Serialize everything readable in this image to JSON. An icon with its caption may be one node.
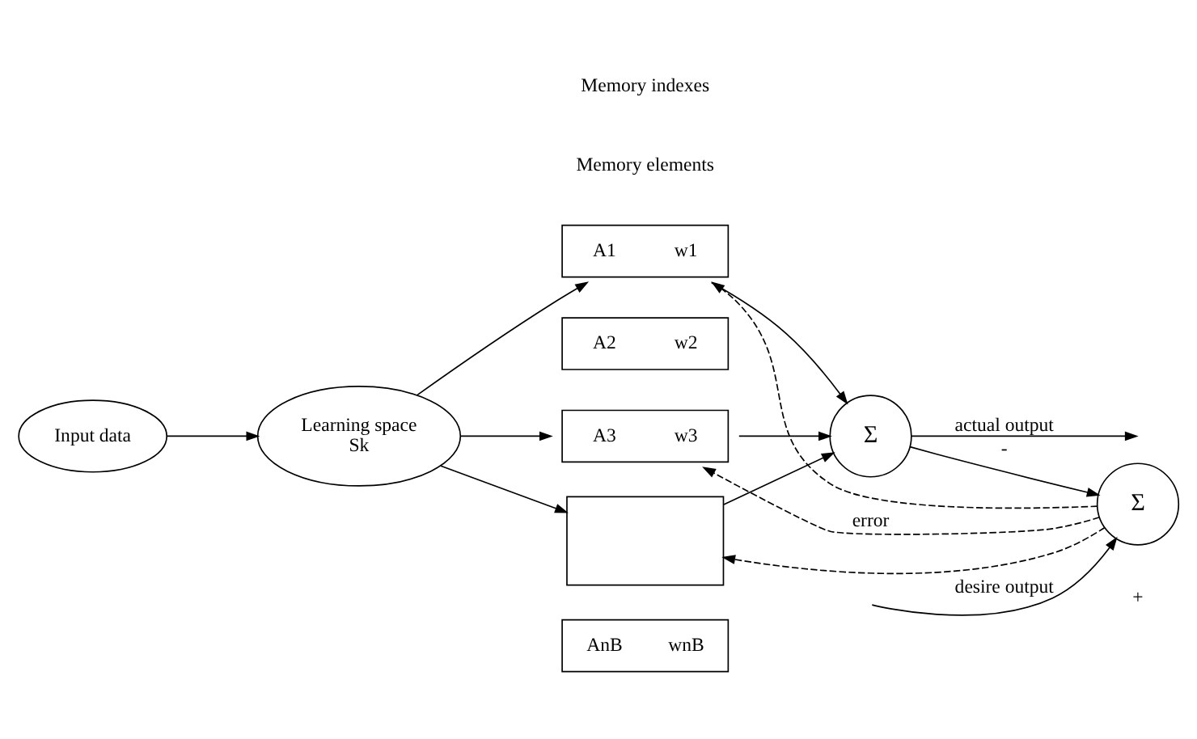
{
  "diagram": {
    "nodes": [
      {
        "text": [
          "Input data"
        ]
      },
      {
        "text": [
          "Learning space",
          "Sk"
        ]
      },
      {
        "text": [
          "A1",
          "w1"
        ]
      },
      {
        "text": [
          "A2",
          "w2"
        ]
      },
      {
        "text": [
          "A3",
          "w3"
        ]
      },
      {
        "text": [],
        "shape": "box"
      },
      {
        "text": [
          "AnB",
          "wnB"
        ]
      },
      {
        "text": [
          "Σ"
        ]
      },
      {
        "text": [
          "Σ"
        ]
      }
    ],
    "edges": [
      {
        "from": 0,
        "to": 1,
        "arrow": "to"
      },
      {
        "from": 1,
        "to": 2,
        "arrow": "to"
      },
      {
        "from": 1,
        "to": 4,
        "arrow": "to"
      },
      {
        "from": 1,
        "to": 5,
        "arrow": "to"
      },
      {
        "from": 2,
        "to": 7,
        "arrow": "to"
      },
      {
        "from": 4,
        "to": 7,
        "arrow": "to"
      },
      {
        "from": 5,
        "to": 7,
        "arrow": "to"
      },
      {
        "from": 8,
        "to": 2,
        "arrow": "to",
        "style": "dashed"
      },
      {
        "from": 8,
        "to": 4,
        "arrow": "to",
        "style": "dashed",
        "label": "error"
      },
      {
        "from": 8,
        "to": 5,
        "arrow": "to",
        "style": "dashed"
      },
      {
        "from": 7,
        "to": null,
        "arrow": "to",
        "label": "actual output"
      },
      {
        "from": 7,
        "to": 8,
        "arrow": "to",
        "label": "-"
      },
      {
        "from": null,
        "to": 8,
        "arrow": "to",
        "label": "desire output"
      }
    ],
    "labels": [
      "Memory indexes",
      "Memory elements",
      "+"
    ]
  }
}
